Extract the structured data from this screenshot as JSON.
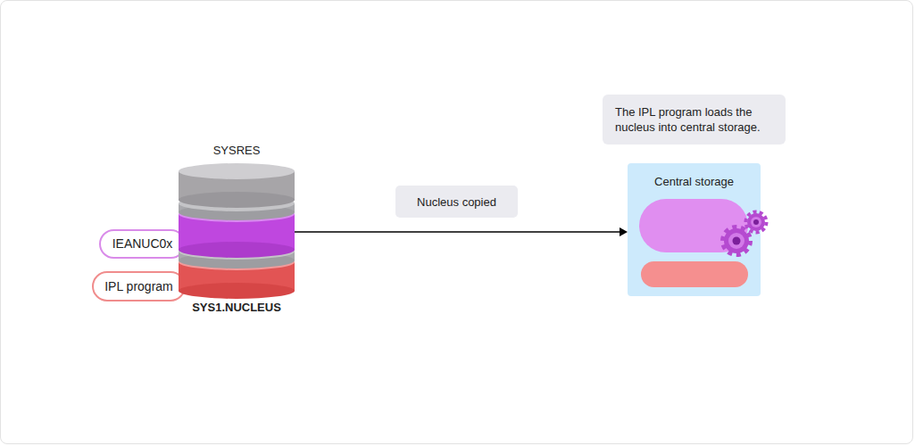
{
  "diagram": {
    "nodes": [
      {
        "text": [
          "SYSRES",
          "SYS1.NUCLEUS"
        ]
      },
      {
        "text": [
          "IEANUC0x"
        ]
      },
      {
        "text": [
          "IPL program"
        ]
      },
      {
        "text": [
          "The IPL program loads the nucleus into central storage."
        ]
      },
      {
        "text": [
          "Central storage"
        ]
      }
    ],
    "edges": [
      {
        "from": 0,
        "to": 4,
        "label": "Nucleus copied",
        "arrow": "to"
      }
    ]
  }
}
